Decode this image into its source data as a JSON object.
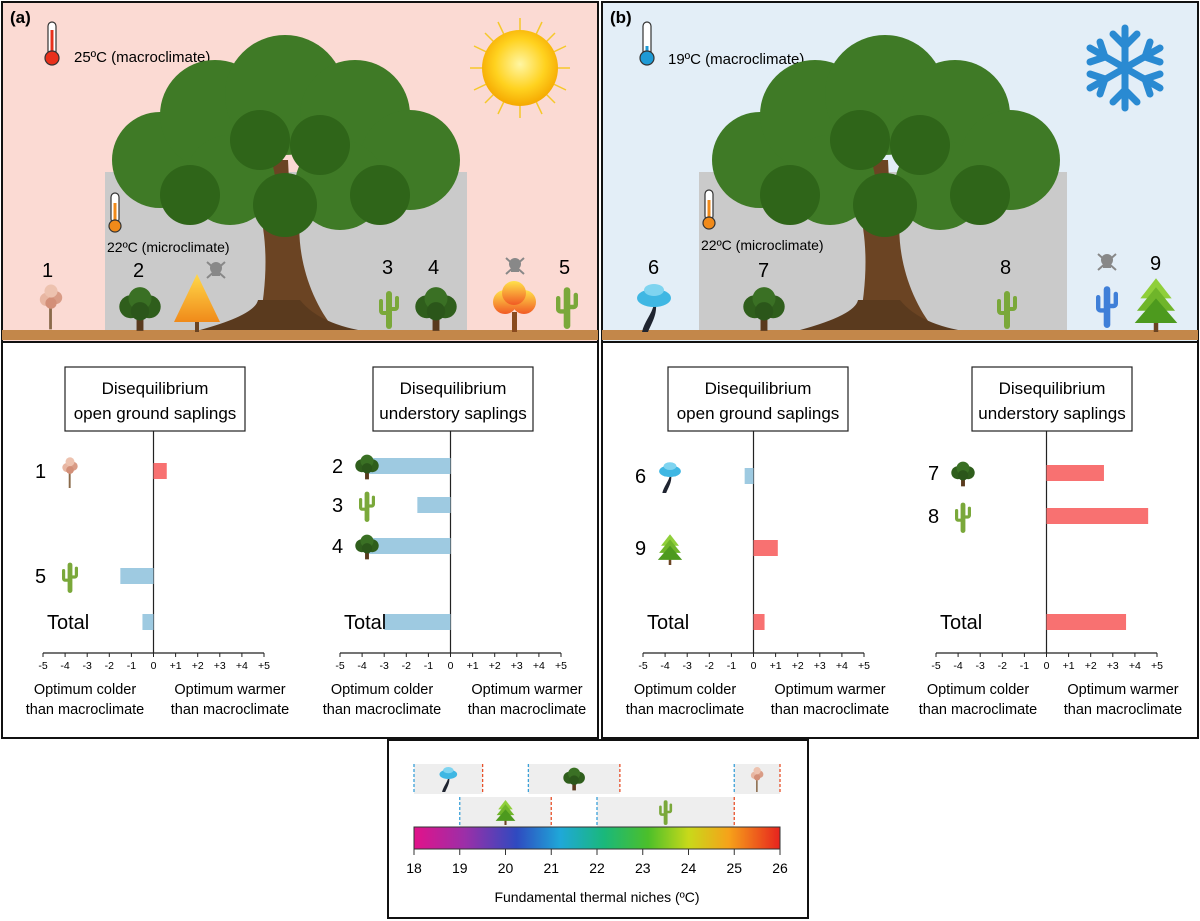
{
  "panel_a": {
    "label": "(a)",
    "macro_temp": "25ºC  (macroclimate)",
    "micro_temp": "22ºC  (microclimate)",
    "plant_numbers": [
      "1",
      "2",
      "3",
      "4",
      "5"
    ],
    "weather_icon": "sun-icon"
  },
  "panel_b": {
    "label": "(b)",
    "macro_temp": "19ºC  (macroclimate)",
    "micro_temp": "22ºC  (microclimate)",
    "plant_numbers": [
      "6",
      "7",
      "8",
      "9"
    ],
    "weather_icon": "snowflake-icon"
  },
  "colors": {
    "panel_a_bg": "#fbdad3",
    "panel_b_bg": "#e3eef7",
    "ground": "#c3874a",
    "shade": "#cacaca",
    "cold_bar": "#9ecae1",
    "warm_bar": "#f87171"
  },
  "chart_data": [
    {
      "type": "bar",
      "orientation": "horizontal",
      "title": "Disequilibrium\nopen ground saplings",
      "categories": [
        "1",
        "5",
        "Total"
      ],
      "values": [
        0.6,
        -1.5,
        -0.5
      ],
      "xlim": [
        -5,
        5
      ],
      "xticks": [
        "-5",
        "-4",
        "-3",
        "-2",
        "-1",
        "0",
        "+1",
        "+2",
        "+3",
        "+4",
        "+5"
      ],
      "left_label": "Optimum colder\nthan macroclimate",
      "right_label": "Optimum warmer\nthan macroclimate"
    },
    {
      "type": "bar",
      "orientation": "horizontal",
      "title": "Disequilibrium\nunderstory saplings",
      "categories": [
        "2",
        "3",
        "4",
        "Total"
      ],
      "values": [
        -3.7,
        -1.5,
        -3.7,
        -3.0
      ],
      "xlim": [
        -5,
        5
      ],
      "xticks": [
        "-5",
        "-4",
        "-3",
        "-2",
        "-1",
        "0",
        "+1",
        "+2",
        "+3",
        "+4",
        "+5"
      ],
      "left_label": "Optimum colder\nthan macroclimate",
      "right_label": "Optimum warmer\nthan macroclimate"
    },
    {
      "type": "bar",
      "orientation": "horizontal",
      "title": "Disequilibrium\nopen ground saplings",
      "categories": [
        "6",
        "9",
        "Total"
      ],
      "values": [
        -0.4,
        1.1,
        0.5
      ],
      "xlim": [
        -5,
        5
      ],
      "xticks": [
        "-5",
        "-4",
        "-3",
        "-2",
        "-1",
        "0",
        "+1",
        "+2",
        "+3",
        "+4",
        "+5"
      ],
      "left_label": "Optimum colder\nthan macroclimate",
      "right_label": "Optimum warmer\nthan macroclimate"
    },
    {
      "type": "bar",
      "orientation": "horizontal",
      "title": "Disequilibrium\nunderstory saplings",
      "categories": [
        "7",
        "8",
        "Total"
      ],
      "values": [
        2.6,
        4.6,
        3.6
      ],
      "xlim": [
        -5,
        5
      ],
      "xticks": [
        "-5",
        "-4",
        "-3",
        "-2",
        "-1",
        "0",
        "+1",
        "+2",
        "+3",
        "+4",
        "+5"
      ],
      "left_label": "Optimum colder\nthan macroclimate",
      "right_label": "Optimum warmer\nthan macroclimate"
    }
  ],
  "legend": {
    "caption": "Fundamental thermal niches (ºC)",
    "scale_ticks": [
      "18",
      "19",
      "20",
      "21",
      "22",
      "23",
      "24",
      "25",
      "26"
    ],
    "niches": [
      {
        "species": "blue-tree",
        "range": [
          18,
          19.5
        ]
      },
      {
        "species": "broadleaf-tree",
        "range": [
          20.5,
          22.5
        ]
      },
      {
        "species": "pink-tree",
        "range": [
          25,
          26
        ]
      },
      {
        "species": "conifer",
        "range": [
          19,
          21
        ]
      },
      {
        "species": "cactus",
        "range": [
          22,
          25
        ]
      }
    ]
  }
}
